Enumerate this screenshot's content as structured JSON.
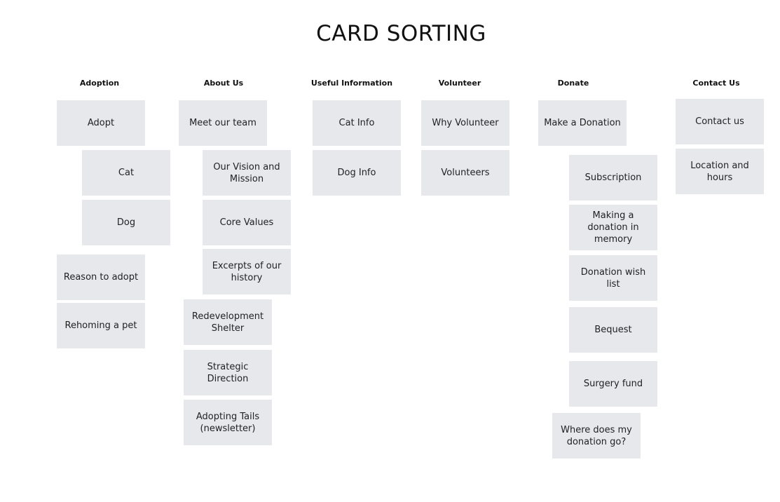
{
  "title": "CARD SORTING",
  "colors": {
    "card_background": "#e6e8ec",
    "text": "#222222",
    "background": "#ffffff"
  },
  "columns": [
    {
      "header": "Adoption",
      "cards": [
        "Adopt",
        "Cat",
        "Dog",
        "Reason to adopt",
        "Rehoming a pet"
      ]
    },
    {
      "header": "About Us",
      "cards": [
        "Meet our team",
        "Our Vision and Mission",
        "Core Values",
        "Excerpts of our history",
        "Redevelopment Shelter",
        "Strategic Direction",
        "Adopting Tails (newsletter)"
      ]
    },
    {
      "header": "Useful Information",
      "cards": [
        "Cat Info",
        "Dog Info"
      ]
    },
    {
      "header": "Volunteer",
      "cards": [
        "Why Volunteer",
        "Volunteers"
      ]
    },
    {
      "header": "Donate",
      "cards": [
        "Make a Donation",
        "Subscription",
        "Making a donation in memory",
        "Donation wish list",
        "Bequest",
        "Surgery fund",
        "Where does my donation go?"
      ]
    },
    {
      "header": "Contact Us",
      "cards": [
        "Contact us",
        "Location and hours"
      ]
    }
  ]
}
